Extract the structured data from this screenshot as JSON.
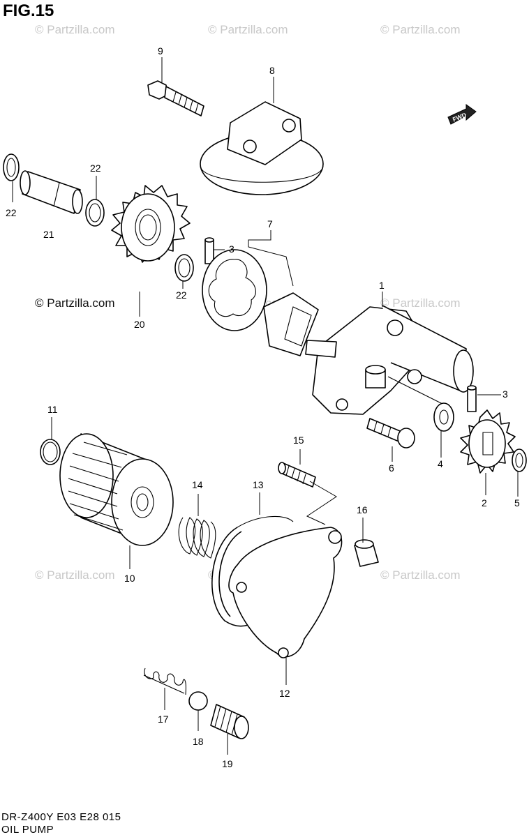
{
  "figure": {
    "title": "FIG.15"
  },
  "footer": {
    "model_code": "DR-Z400Y E03 E28  015",
    "section_name": "OIL PUMP"
  },
  "watermark": {
    "text": "© Partzilla.com",
    "prominent_text": "© Partzilla.com"
  },
  "direction_badge": {
    "label": "FWD"
  },
  "callouts": {
    "c1": "1",
    "c2": "2",
    "c3a": "3",
    "c3b": "3",
    "c4": "4",
    "c5": "5",
    "c6": "6",
    "c7": "7",
    "c8": "8",
    "c9": "9",
    "c10": "10",
    "c11": "11",
    "c12": "12",
    "c13": "13",
    "c14": "14",
    "c15": "15",
    "c16": "16",
    "c17": "17",
    "c18": "18",
    "c19": "19",
    "c20": "20",
    "c21": "21",
    "c22a": "22",
    "c22b": "22",
    "c22c": "22"
  }
}
